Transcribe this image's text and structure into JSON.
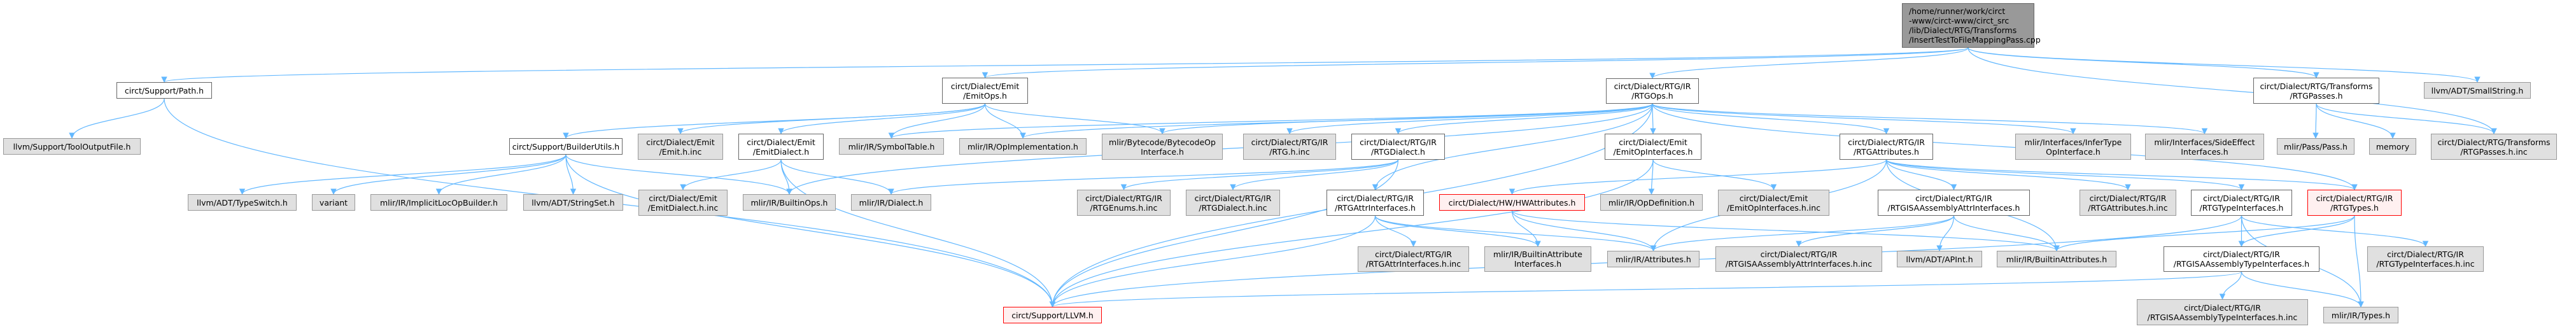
{
  "colors": {
    "edge": "#63b8ff",
    "root_fill": "#999999",
    "external_fill": "#e0e0e0",
    "error_border": "#ff0000"
  },
  "nodes": [
    {
      "id": "root",
      "kind": "root",
      "label": "/home/runner/work/circt\n-www/circt-www/circt_src\n/lib/Dialect/RTG/Transforms\n/InsertTestToFileMappingPass.cpp"
    },
    {
      "id": "path",
      "kind": "doc",
      "label": "circt/Support/Path.h"
    },
    {
      "id": "emitops",
      "kind": "doc",
      "label": "circt/Dialect/Emit\n/EmitOps.h"
    },
    {
      "id": "rtgops",
      "kind": "doc",
      "label": "circt/Dialect/RTG/IR\n/RTGOps.h"
    },
    {
      "id": "rtgpasses",
      "kind": "doc",
      "label": "circt/Dialect/RTG/Transforms\n/RTGPasses.h"
    },
    {
      "id": "smallstring",
      "kind": "ext",
      "label": "llvm/ADT/SmallString.h"
    },
    {
      "id": "tooloutput",
      "kind": "ext",
      "label": "llvm/Support/ToolOutputFile.h"
    },
    {
      "id": "builderutils",
      "kind": "doc",
      "label": "circt/Support/BuilderUtils.h"
    },
    {
      "id": "emithinc",
      "kind": "ext",
      "label": "circt/Dialect/Emit\n/Emit.h.inc"
    },
    {
      "id": "emitdialect",
      "kind": "doc",
      "label": "circt/Dialect/Emit\n/EmitDialect.h"
    },
    {
      "id": "symboltable",
      "kind": "ext",
      "label": "mlir/IR/SymbolTable.h"
    },
    {
      "id": "opimpl",
      "kind": "ext",
      "label": "mlir/IR/OpImplementation.h"
    },
    {
      "id": "bytecode",
      "kind": "ext",
      "label": "mlir/Bytecode/BytecodeOp\nInterface.h"
    },
    {
      "id": "rtghinc",
      "kind": "ext",
      "label": "circt/Dialect/RTG/IR\n/RTG.h.inc"
    },
    {
      "id": "rtgdialect",
      "kind": "doc",
      "label": "circt/Dialect/RTG/IR\n/RTGDialect.h"
    },
    {
      "id": "emitopif",
      "kind": "doc",
      "label": "circt/Dialect/Emit\n/EmitOpInterfaces.h"
    },
    {
      "id": "rtgattrs",
      "kind": "doc",
      "label": "circt/Dialect/RTG/IR\n/RTGAttributes.h"
    },
    {
      "id": "infertype",
      "kind": "ext",
      "label": "mlir/Interfaces/InferType\nOpInterface.h"
    },
    {
      "id": "sideeffect",
      "kind": "ext",
      "label": "mlir/Interfaces/SideEffect\nInterfaces.h"
    },
    {
      "id": "passh",
      "kind": "ext",
      "label": "mlir/Pass/Pass.h"
    },
    {
      "id": "memory",
      "kind": "ext",
      "label": "memory"
    },
    {
      "id": "rtgpassesinc",
      "kind": "ext",
      "label": "circt/Dialect/RTG/Transforms\n/RTGPasses.h.inc"
    },
    {
      "id": "typeswitch",
      "kind": "ext",
      "label": "llvm/ADT/TypeSwitch.h"
    },
    {
      "id": "variant",
      "kind": "ext",
      "label": "variant"
    },
    {
      "id": "implicitloc",
      "kind": "ext",
      "label": "mlir/IR/ImplicitLocOpBuilder.h"
    },
    {
      "id": "stringset",
      "kind": "ext",
      "label": "llvm/ADT/StringSet.h"
    },
    {
      "id": "emitdialectinc",
      "kind": "ext",
      "label": "circt/Dialect/Emit\n/EmitDialect.h.inc"
    },
    {
      "id": "builtinops",
      "kind": "ext",
      "label": "mlir/IR/BuiltinOps.h"
    },
    {
      "id": "dialecth",
      "kind": "ext",
      "label": "mlir/IR/Dialect.h"
    },
    {
      "id": "rtgenumsinc",
      "kind": "ext",
      "label": "circt/Dialect/RTG/IR\n/RTGEnums.h.inc"
    },
    {
      "id": "rtgdialectinc",
      "kind": "ext",
      "label": "circt/Dialect/RTG/IR\n/RTGDialect.h.inc"
    },
    {
      "id": "rtgattrif",
      "kind": "doc",
      "label": "circt/Dialect/RTG/IR\n/RTGAttrInterfaces.h"
    },
    {
      "id": "hwattrs",
      "kind": "err",
      "label": "circt/Dialect/HW/HWAttributes.h"
    },
    {
      "id": "opdef",
      "kind": "ext",
      "label": "mlir/IR/OpDefinition.h"
    },
    {
      "id": "emitopifinc",
      "kind": "ext",
      "label": "circt/Dialect/Emit\n/EmitOpInterfaces.h.inc"
    },
    {
      "id": "isaattrif",
      "kind": "doc",
      "label": "circt/Dialect/RTG/IR\n/RTGISAAssemblyAttrInterfaces.h"
    },
    {
      "id": "rtgattrsinc",
      "kind": "ext",
      "label": "circt/Dialect/RTG/IR\n/RTGAttributes.h.inc"
    },
    {
      "id": "rtgtypeif",
      "kind": "doc",
      "label": "circt/Dialect/RTG/IR\n/RTGTypeInterfaces.h"
    },
    {
      "id": "rtgtypes",
      "kind": "err",
      "label": "circt/Dialect/RTG/IR\n/RTGTypes.h"
    },
    {
      "id": "rtgattrifinc",
      "kind": "ext",
      "label": "circt/Dialect/RTG/IR\n/RTGAttrInterfaces.h.inc"
    },
    {
      "id": "builtinattrif",
      "kind": "ext",
      "label": "mlir/IR/BuiltinAttribute\nInterfaces.h"
    },
    {
      "id": "attributes",
      "kind": "ext",
      "label": "mlir/IR/Attributes.h"
    },
    {
      "id": "isaattrifinc",
      "kind": "ext",
      "label": "circt/Dialect/RTG/IR\n/RTGISAAssemblyAttrInterfaces.h.inc"
    },
    {
      "id": "apint",
      "kind": "ext",
      "label": "llvm/ADT/APInt.h"
    },
    {
      "id": "builtinattrs",
      "kind": "ext",
      "label": "mlir/IR/BuiltinAttributes.h"
    },
    {
      "id": "isatypeif",
      "kind": "doc",
      "label": "circt/Dialect/RTG/IR\n/RTGISAAssemblyTypeInterfaces.h"
    },
    {
      "id": "rtgtypeifinc",
      "kind": "ext",
      "label": "circt/Dialect/RTG/IR\n/RTGTypeInterfaces.h.inc"
    },
    {
      "id": "llvmh",
      "kind": "err",
      "label": "circt/Support/LLVM.h"
    },
    {
      "id": "isatypeifinc",
      "kind": "ext",
      "label": "circt/Dialect/RTG/IR\n/RTGISAAssemblyTypeInterfaces.h.inc"
    },
    {
      "id": "typesh",
      "kind": "ext",
      "label": "mlir/IR/Types.h"
    }
  ],
  "edges": [
    [
      "root",
      "path"
    ],
    [
      "root",
      "emitops"
    ],
    [
      "root",
      "rtgops"
    ],
    [
      "root",
      "rtgpasses"
    ],
    [
      "root",
      "smallstring"
    ],
    [
      "root",
      "rtgpassesinc"
    ],
    [
      "path",
      "tooloutput"
    ],
    [
      "path",
      "llvmh"
    ],
    [
      "emitops",
      "builderutils"
    ],
    [
      "emitops",
      "emithinc"
    ],
    [
      "emitops",
      "emitdialect"
    ],
    [
      "emitops",
      "symboltable"
    ],
    [
      "emitops",
      "opimpl"
    ],
    [
      "emitops",
      "bytecode"
    ],
    [
      "builderutils",
      "typeswitch"
    ],
    [
      "builderutils",
      "variant"
    ],
    [
      "builderutils",
      "implicitloc"
    ],
    [
      "builderutils",
      "stringset"
    ],
    [
      "builderutils",
      "llvmh"
    ],
    [
      "builderutils",
      "builtinops"
    ],
    [
      "emitdialect",
      "emitdialectinc"
    ],
    [
      "emitdialect",
      "builtinops"
    ],
    [
      "emitdialect",
      "dialecth"
    ],
    [
      "emitdialect",
      "llvmh"
    ],
    [
      "rtgops",
      "symboltable"
    ],
    [
      "rtgops",
      "opimpl"
    ],
    [
      "rtgops",
      "bytecode"
    ],
    [
      "rtgops",
      "rtghinc"
    ],
    [
      "rtgops",
      "rtgdialect"
    ],
    [
      "rtgops",
      "emitopif"
    ],
    [
      "rtgops",
      "rtgattrs"
    ],
    [
      "rtgops",
      "infertype"
    ],
    [
      "rtgops",
      "sideeffect"
    ],
    [
      "rtgops",
      "rtgattrif"
    ],
    [
      "rtgops",
      "rtgtypes"
    ],
    [
      "rtgops",
      "llvmh"
    ],
    [
      "rtgops",
      "builtinops"
    ],
    [
      "rtgdialect",
      "rtgenumsinc"
    ],
    [
      "rtgdialect",
      "rtgdialectinc"
    ],
    [
      "rtgdialect",
      "dialecth"
    ],
    [
      "rtgdialect",
      "llvmh"
    ],
    [
      "emitopif",
      "opdef"
    ],
    [
      "emitopif",
      "emitopifinc"
    ],
    [
      "emitopif",
      "llvmh"
    ],
    [
      "rtgattrs",
      "isaattrif"
    ],
    [
      "rtgattrs",
      "rtgattrsinc"
    ],
    [
      "rtgattrs",
      "rtgtypeif"
    ],
    [
      "rtgattrs",
      "rtgtypes"
    ],
    [
      "rtgattrs",
      "hwattrs"
    ],
    [
      "rtgattrs",
      "builtinattrs"
    ],
    [
      "rtgattrs",
      "attributes"
    ],
    [
      "rtgattrif",
      "rtgattrifinc"
    ],
    [
      "rtgattrif",
      "builtinattrif"
    ],
    [
      "rtgattrif",
      "attributes"
    ],
    [
      "rtgattrif",
      "llvmh"
    ],
    [
      "hwattrs",
      "builtinattrif"
    ],
    [
      "hwattrs",
      "attributes"
    ],
    [
      "hwattrs",
      "builtinattrs"
    ],
    [
      "isaattrif",
      "attributes"
    ],
    [
      "isaattrif",
      "isaattrifinc"
    ],
    [
      "isaattrif",
      "apint"
    ],
    [
      "isaattrif",
      "builtinattrs"
    ],
    [
      "rtgtypeif",
      "isatypeif"
    ],
    [
      "rtgtypeif",
      "rtgtypeifinc"
    ],
    [
      "rtgtypeif",
      "typesh"
    ],
    [
      "rtgtypeif",
      "llvmh"
    ],
    [
      "rtgtypes",
      "isatypeif"
    ],
    [
      "rtgtypes",
      "typesh"
    ],
    [
      "rtgtypes",
      "builtinattrs"
    ],
    [
      "isatypeif",
      "isatypeifinc"
    ],
    [
      "isatypeif",
      "typesh"
    ],
    [
      "isatypeif",
      "llvmh"
    ],
    [
      "rtgpasses",
      "passh"
    ],
    [
      "rtgpasses",
      "memory"
    ],
    [
      "rtgpasses",
      "rtgpassesinc"
    ]
  ]
}
